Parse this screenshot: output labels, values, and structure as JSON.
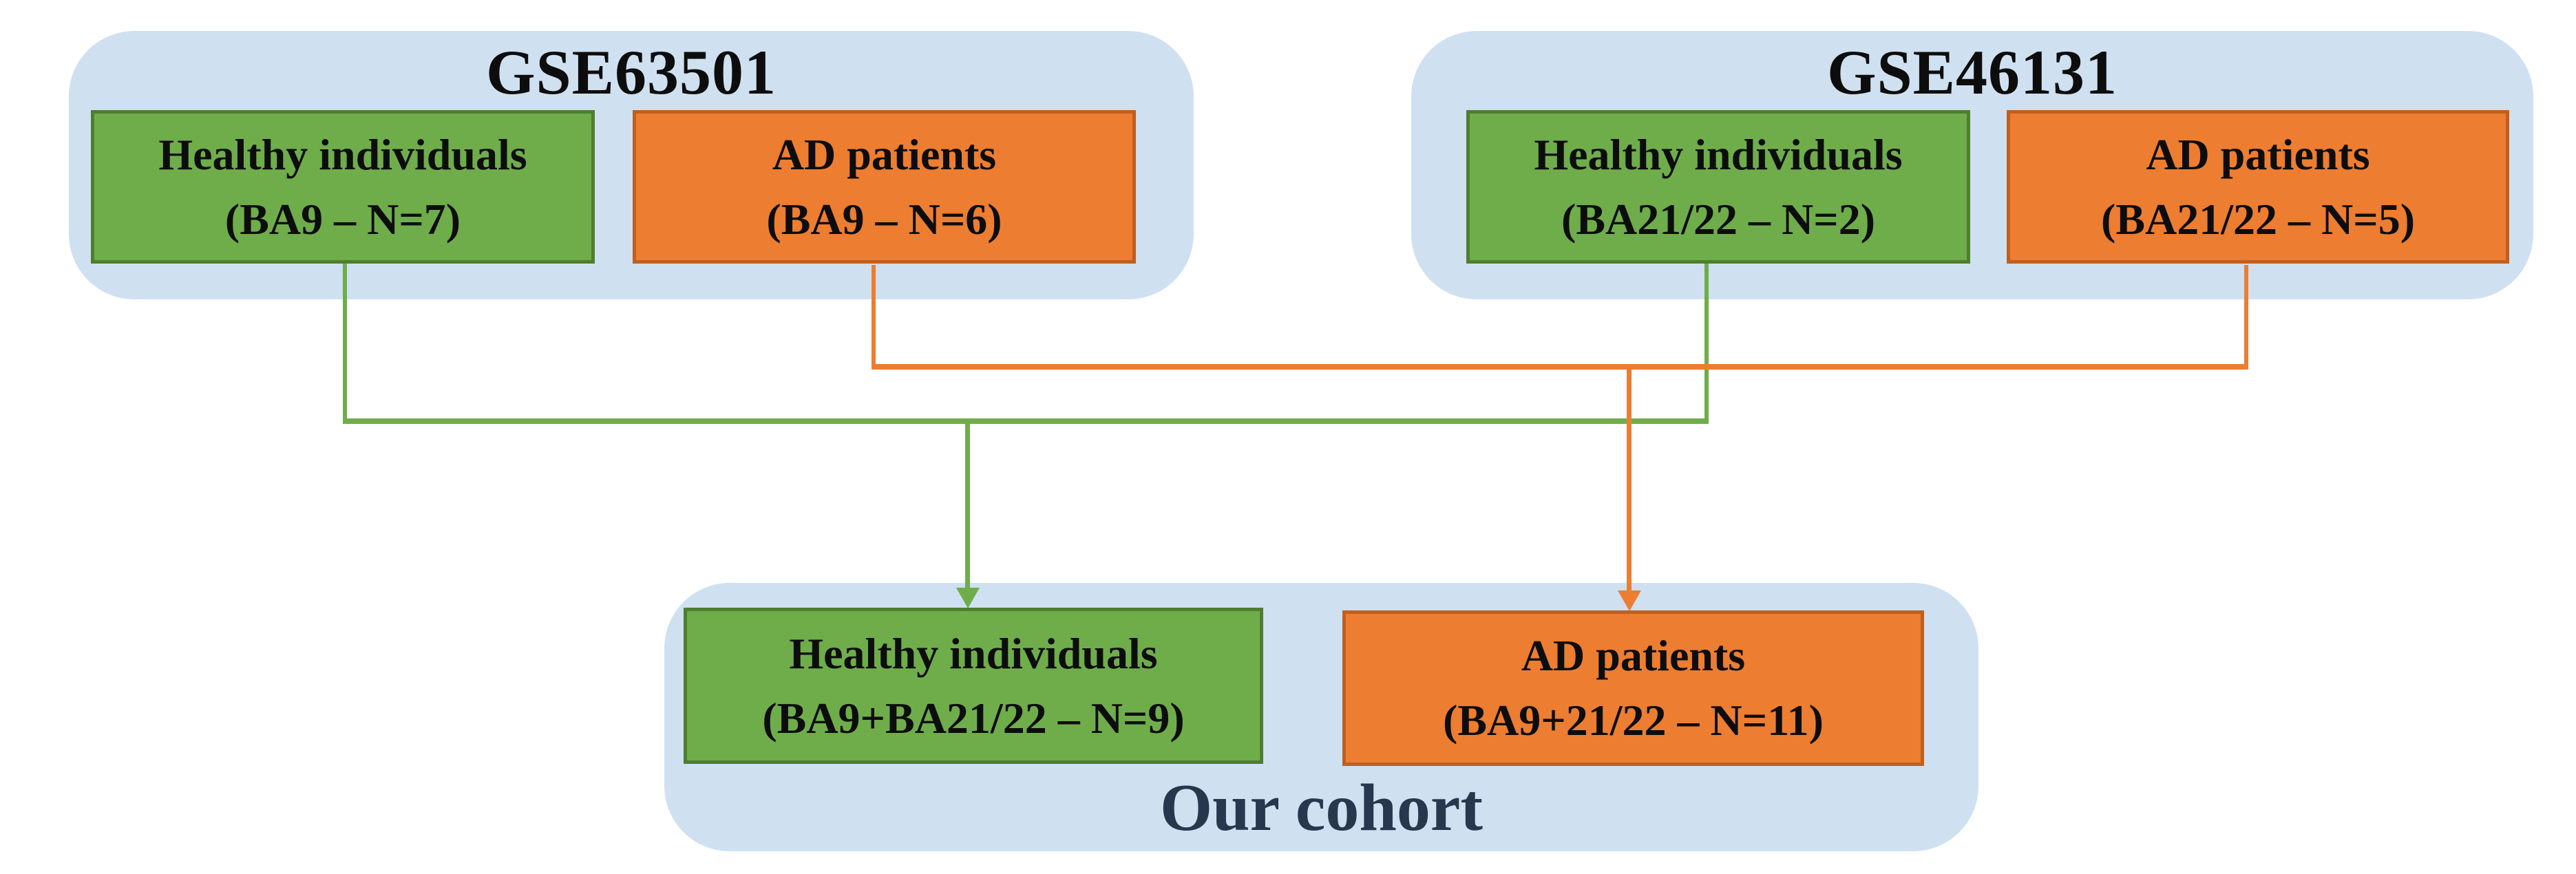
{
  "colors": {
    "canvas_bg": "#ffffff",
    "container_fill": "#cfe0f1",
    "healthy_fill": "#6fad4b",
    "healthy_border": "#4e7e2e",
    "healthy_line": "#6fad4b",
    "ad_fill": "#ed7d31",
    "ad_border": "#c05f1e",
    "ad_line": "#ed7d31",
    "box_text": "#0d0d0d",
    "title_text": "#0d0d0d",
    "cohort_text": "#27374d"
  },
  "sources": [
    {
      "title": "GSE63501",
      "healthy": {
        "line1": "Healthy individuals",
        "line2": "(BA9 – N=7)"
      },
      "ad": {
        "line1": "AD patients",
        "line2": "(BA9 – N=6)"
      }
    },
    {
      "title": "GSE46131",
      "healthy": {
        "line1": "Healthy individuals",
        "line2": "(BA21/22 – N=2)"
      },
      "ad": {
        "line1": "AD patients",
        "line2": "(BA21/22 – N=5)"
      }
    }
  ],
  "cohort": {
    "title": "Our cohort",
    "healthy": {
      "line1": "Healthy individuals",
      "line2": "(BA9+BA21/22 – N=9)"
    },
    "ad": {
      "line1": "AD patients",
      "line2": "(BA9+21/22 – N=11)"
    }
  }
}
